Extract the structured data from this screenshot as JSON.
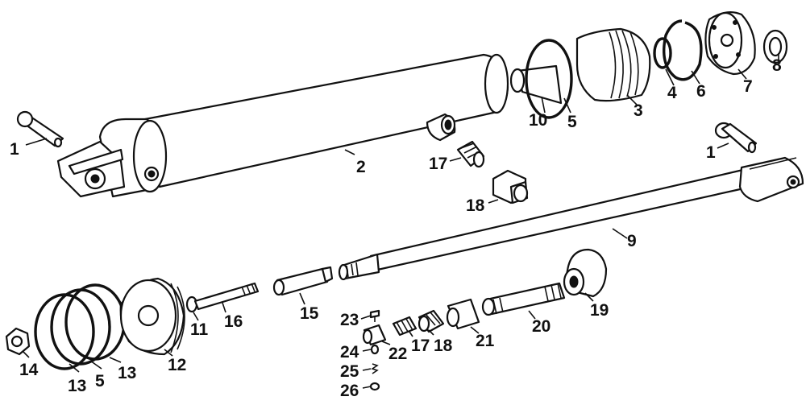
{
  "callouts": {
    "c1a": "1",
    "c2": "2",
    "c3": "3",
    "c4": "4",
    "c5a": "5",
    "c6": "6",
    "c7": "7",
    "c8": "8",
    "c10": "10",
    "c17a": "17",
    "c1b": "1",
    "c18a": "18",
    "c9": "9",
    "c11": "11",
    "c12": "12",
    "c13a": "13",
    "c5b": "5",
    "c13b": "13",
    "c14": "14",
    "c15": "15",
    "c16": "16",
    "c19": "19",
    "c20": "20",
    "c21": "21",
    "c17b": "17",
    "c18b": "18",
    "c22": "22",
    "c23": "23",
    "c24": "24",
    "c25": "25",
    "c26": "26"
  }
}
